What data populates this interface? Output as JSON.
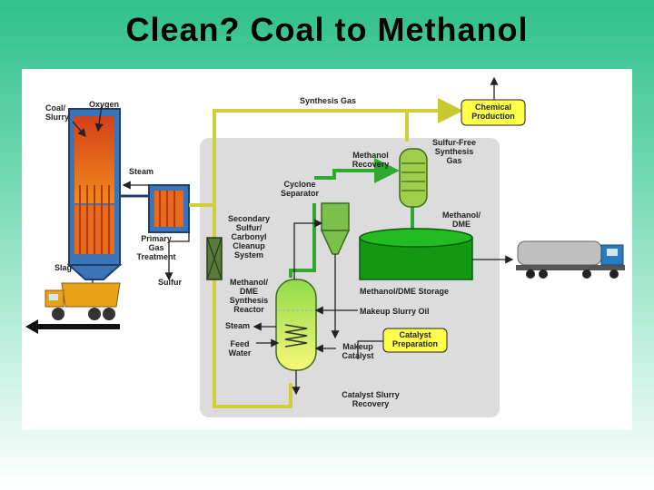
{
  "title": "Clean? Coal to Methanol",
  "diagram": {
    "labels": {
      "coal_slurry": [
        "Coal/",
        "Slurry"
      ],
      "oxygen": [
        "Oxygen"
      ],
      "steam_top": [
        "Steam"
      ],
      "primary_gas": [
        "Primary",
        "Gas",
        "Treatment"
      ],
      "slag": [
        "Slag"
      ],
      "sulfur": [
        "Sulfur"
      ],
      "synthesis_gas": [
        "Synthesis Gas"
      ],
      "chemical_production": [
        "Chemical",
        "Production"
      ],
      "methanol_recovery": [
        "Methanol",
        "Recovery"
      ],
      "sulfur_free": [
        "Sulfur-Free",
        "Synthesis",
        "Gas"
      ],
      "cyclone_separator": [
        "Cyclone",
        "Separator"
      ],
      "secondary_sulfur": [
        "Secondary",
        "Sulfur/",
        "Carbonyl",
        "Cleanup",
        "System"
      ],
      "methanol_dme": [
        "Methanol/",
        "DME"
      ],
      "storage": [
        "Methanol/DME Storage"
      ],
      "makeup_slurry_oil": [
        "Makeup Slurry Oil"
      ],
      "reactor": [
        "Methanol/",
        "DME",
        "Synthesis",
        "Reactor"
      ],
      "steam_reactor": [
        "Steam"
      ],
      "feed_water": [
        "Feed",
        "Water"
      ],
      "makeup_catalyst": [
        "Makeup",
        "Catalyst"
      ],
      "catalyst_preparation": [
        "Catalyst",
        "Preparation"
      ],
      "catalyst_recovery": [
        "Catalyst Slurry",
        "Recovery"
      ]
    }
  },
  "colors": {
    "gas_line": "#d8d84a",
    "green_line": "#2eaa2e",
    "process_box": "#ffff55",
    "storage_green": "#119911",
    "gasifier_blue": "#2f66a8",
    "reactor_top": "#9ae04f",
    "reactor_bottom": "#f4f46a"
  }
}
